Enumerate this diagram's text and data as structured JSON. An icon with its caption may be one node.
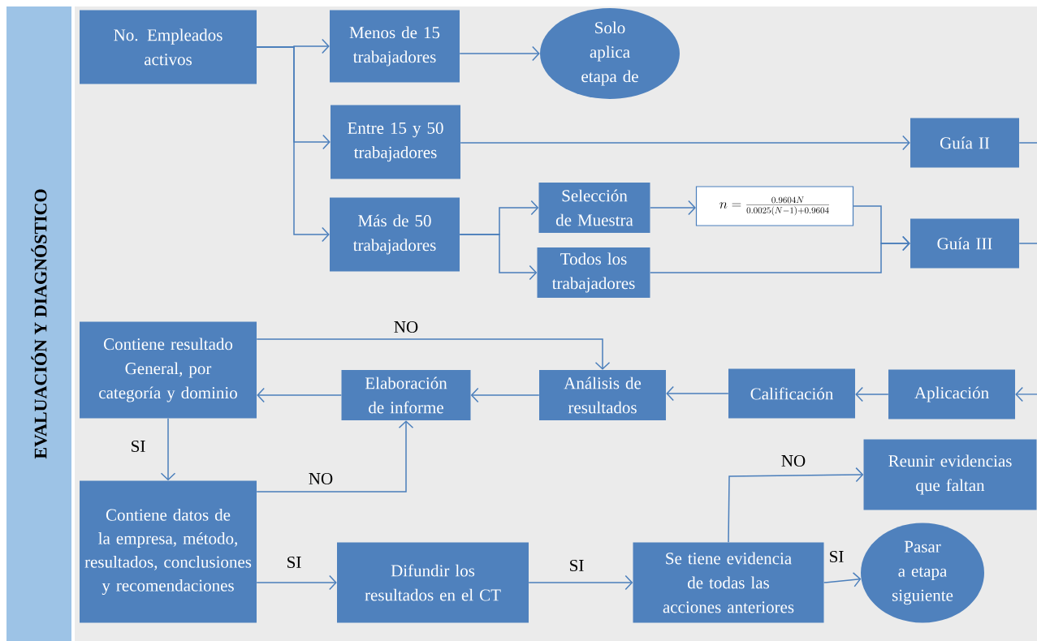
{
  "diagram": {
    "nodes": [
      {
        "text": [
          "EVALUACIÓN Y DIAGNÓSTICO"
        ]
      },
      {
        "text": [
          "No. Empleados activos"
        ]
      },
      {
        "text": [
          "Menos de 15 trabajadores"
        ]
      },
      {
        "text": [
          "Solo aplica etapa de"
        ]
      },
      {
        "text": [
          "Entre 15 y 50 trabajadores"
        ]
      },
      {
        "text": [
          "Guía II"
        ]
      },
      {
        "text": [
          "Más de 50 trabajadores"
        ]
      },
      {
        "text": [
          "Selección de Muestra"
        ]
      },
      {
        "text": [
          "n = \\frac{0.9604N}{0.0025(N-1)+0.9604}"
        ]
      },
      {
        "text": [
          "Guía III"
        ]
      },
      {
        "text": [
          "Todos los trabajadores"
        ]
      },
      {
        "text": [
          "Contiene resultado General, por categoría y dominio"
        ]
      },
      {
        "text": [
          "Elaboración de informe"
        ]
      },
      {
        "text": [
          "Análisis de resultados"
        ]
      },
      {
        "text": [
          "Calificación"
        ]
      },
      {
        "text": [
          "Aplicación"
        ]
      },
      {
        "text": [
          "Contiene datos de la empresa, método, resultados, conclusiones y recomendaciones"
        ]
      },
      {
        "text": [
          "Difundir los resultados en el CT"
        ]
      },
      {
        "text": [
          "Se tiene evidencia de todas las acciones anteriores"
        ]
      },
      {
        "text": [
          "Reunir evidencias que faltan"
        ]
      },
      {
        "text": [
          "Pasar a etapa siguiente"
        ]
      }
    ],
    "edges": [
      {
        "from": 1,
        "to": 2,
        "arrow": "to"
      },
      {
        "from": 1,
        "to": 4,
        "arrow": "to"
      },
      {
        "from": 1,
        "to": 6,
        "arrow": "to"
      },
      {
        "from": 2,
        "to": 3,
        "arrow": "to"
      },
      {
        "from": 4,
        "to": 5,
        "arrow": "to"
      },
      {
        "from": 6,
        "to": 7,
        "arrow": "to"
      },
      {
        "from": 6,
        "to": 10,
        "arrow": "to"
      },
      {
        "from": 7,
        "to": 8,
        "arrow": "to"
      },
      {
        "from": 8,
        "to": 9,
        "arrow": "to"
      },
      {
        "from": 10,
        "to": 9,
        "arrow": "to"
      },
      {
        "from": 5,
        "to": null,
        "arrow": "none"
      },
      {
        "from": 9,
        "to": null,
        "arrow": "none"
      },
      {
        "from": null,
        "to": 15,
        "arrow": "to"
      },
      {
        "from": 15,
        "to": 14,
        "arrow": "to"
      },
      {
        "from": 14,
        "to": 13,
        "arrow": "to"
      },
      {
        "from": 13,
        "to": 12,
        "arrow": "to"
      },
      {
        "from": 12,
        "to": 11,
        "arrow": "to"
      },
      {
        "from": 11,
        "to": 13,
        "arrow": "to",
        "label": "NO"
      },
      {
        "from": 11,
        "to": 16,
        "arrow": "to",
        "label": "SI"
      },
      {
        "from": 16,
        "to": 12,
        "arrow": "to",
        "label": "NO"
      },
      {
        "from": 16,
        "to": 17,
        "arrow": "to",
        "label": "SI"
      },
      {
        "from": 17,
        "to": 18,
        "arrow": "to",
        "label": "SI"
      },
      {
        "from": 18,
        "to": 19,
        "arrow": "to",
        "label": "NO"
      },
      {
        "from": 18,
        "to": 20,
        "arrow": "to",
        "label": "SI"
      }
    ]
  }
}
